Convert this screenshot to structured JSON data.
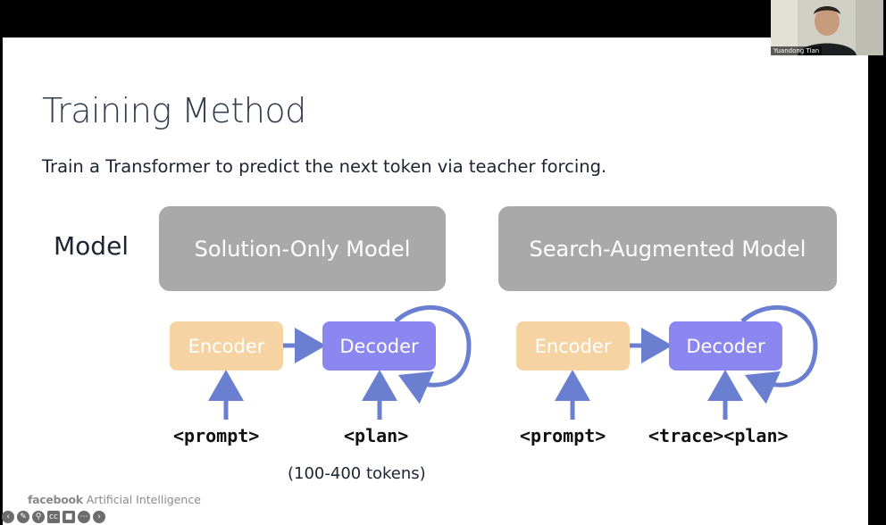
{
  "slide": {
    "title": "Training Method",
    "subtitle": "Train a Transformer to predict the next token via teacher forcing.",
    "model_label": "Model",
    "solution_model": {
      "title": "Solution-Only Model",
      "encoder": "Encoder",
      "decoder": "Decoder",
      "input_prompt": "<prompt>",
      "input_target": "<plan>",
      "note": "(100-400 tokens)"
    },
    "search_model": {
      "title": "Search-Augmented Model",
      "encoder": "Encoder",
      "decoder": "Decoder",
      "input_prompt": "<prompt>",
      "input_target": "<trace><plan>"
    },
    "footer": {
      "brand": "facebook",
      "division": "Artificial Intelligence"
    }
  },
  "video": {
    "participant_name": "Yuandong Tian"
  },
  "toolbar": {
    "buttons": [
      "back-icon",
      "pen-icon",
      "zoom-icon",
      "captions-icon",
      "camera-icon",
      "more-icon",
      "forward-icon"
    ]
  },
  "colors": {
    "model_box": "#a9a9a9",
    "encoder": "#f6d3a2",
    "decoder": "#8b86f0",
    "arrow": "#6b7fd1"
  }
}
